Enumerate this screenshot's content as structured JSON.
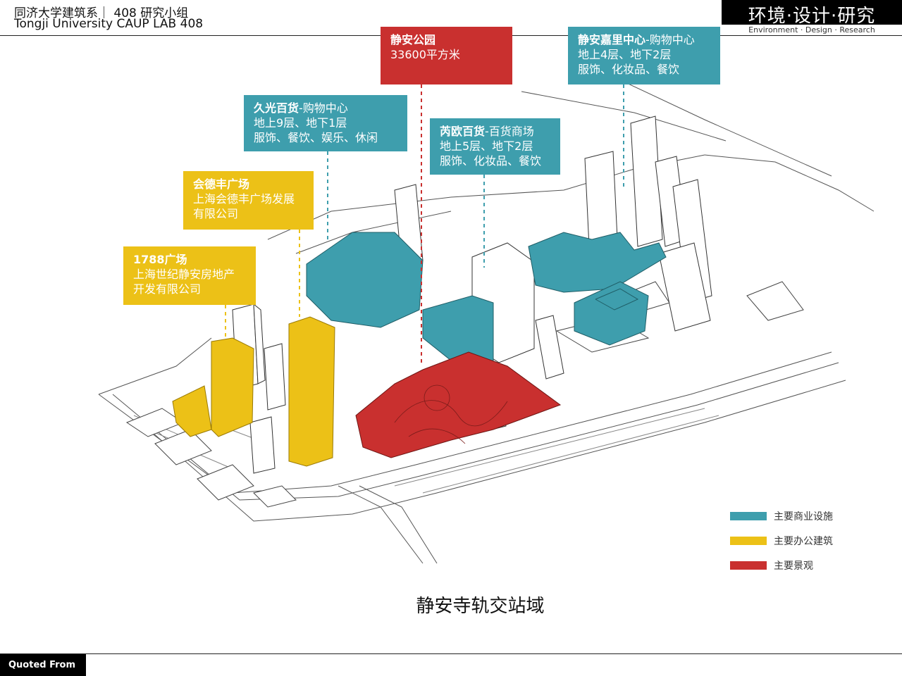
{
  "header": {
    "line1": "同济大学建筑系｜ 408 研究小组",
    "line2": "Tongji University CAUP  LAB 408",
    "brand_cn": "环境·设计·研究",
    "brand_en": "Environment · Design · Research"
  },
  "callouts": {
    "jingan_park": {
      "title": "静安公园",
      "l1": "33600平方米"
    },
    "kerry_centre": {
      "title": "静安嘉里中心",
      "title_suffix": "-购物中心",
      "l1": "地上4层、地下2层",
      "l2": "服饰、化妆品、餐饮"
    },
    "jiuguang": {
      "title": "久光百货",
      "title_suffix": "-购物中心",
      "l1": "地上9层、地下1层",
      "l2": "服饰、餐饮、娱乐、休闲"
    },
    "parkson": {
      "title": "芮欧百货",
      "title_suffix": "-百货商场",
      "l1": "地上5层、地下2层",
      "l2": "服饰、化妆品、餐饮"
    },
    "huidefeng": {
      "title": "会德丰广场",
      "l1": "上海会德丰广场发展",
      "l2": "有限公司"
    },
    "plaza1788": {
      "title": "1788广场",
      "l1": "上海世纪静安房地产",
      "l2": "开发有限公司"
    }
  },
  "legend": [
    {
      "label": "主要商业设施",
      "color": "#3e9ead"
    },
    {
      "label": "主要办公建筑",
      "color": "#ecc117"
    },
    {
      "label": "主要景观",
      "color": "#c9302f"
    }
  ],
  "caption": "静安寺轨交站域",
  "footer": {
    "quoted": "Quoted From"
  }
}
